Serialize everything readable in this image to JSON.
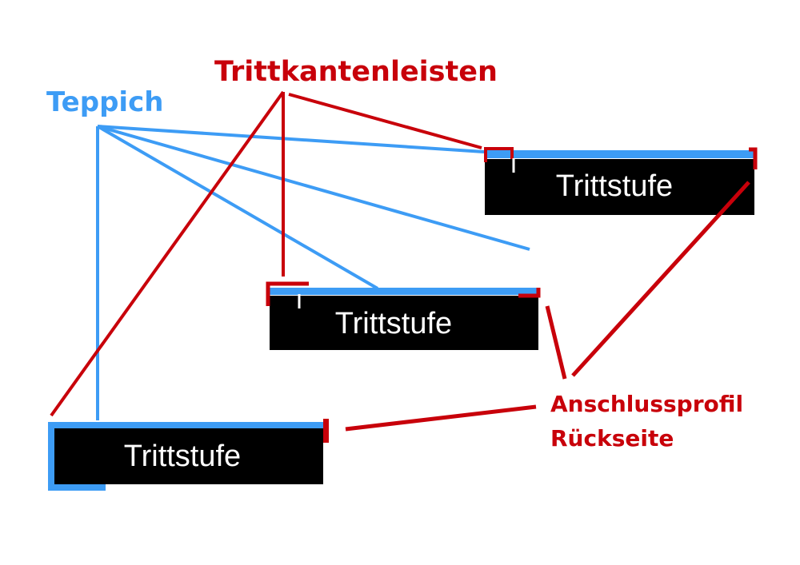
{
  "labels": {
    "edge_strips": "Trittkantenleisten",
    "carpet": "Teppich",
    "rear_profile_line1": "Anschlussprofil",
    "rear_profile_line2": "Rückseite"
  },
  "steps": [
    {
      "label": "Trittstufe"
    },
    {
      "label": "Trittstufe"
    },
    {
      "label": "Trittstufe"
    }
  ],
  "colors": {
    "red": "#c8000a",
    "blue": "#3d9cf5",
    "tread": "#000000",
    "tread_text": "#ffffff"
  }
}
